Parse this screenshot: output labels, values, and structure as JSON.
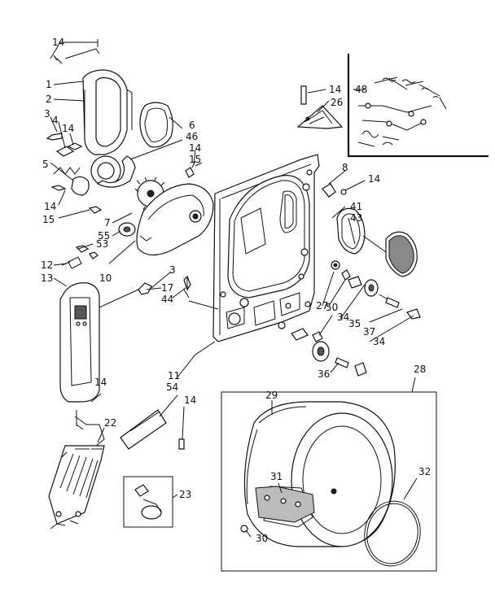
{
  "diagram": {
    "callouts": [
      {
        "id": "c14a",
        "text": "14"
      },
      {
        "id": "c1",
        "text": "1"
      },
      {
        "id": "c2",
        "text": "2"
      },
      {
        "id": "c3a",
        "text": "3"
      },
      {
        "id": "c4",
        "text": "4"
      },
      {
        "id": "c14b",
        "text": "14"
      },
      {
        "id": "c5",
        "text": "5"
      },
      {
        "id": "c14c",
        "text": "14"
      },
      {
        "id": "c15a",
        "text": "15"
      },
      {
        "id": "c6",
        "text": "6"
      },
      {
        "id": "c46",
        "text": "46"
      },
      {
        "id": "c14d",
        "text": "14"
      },
      {
        "id": "c15b",
        "text": "15"
      },
      {
        "id": "c7",
        "text": "7"
      },
      {
        "id": "c55",
        "text": "55"
      },
      {
        "id": "c53",
        "text": "53"
      },
      {
        "id": "c12",
        "text": "12"
      },
      {
        "id": "c13",
        "text": "13"
      },
      {
        "id": "c10",
        "text": "10"
      },
      {
        "id": "c3b",
        "text": "3"
      },
      {
        "id": "c17",
        "text": "17"
      },
      {
        "id": "c44",
        "text": "44"
      },
      {
        "id": "c14e",
        "text": "14"
      },
      {
        "id": "c26",
        "text": "26"
      },
      {
        "id": "c48",
        "text": "48"
      },
      {
        "id": "c8",
        "text": "8"
      },
      {
        "id": "c14f",
        "text": "14"
      },
      {
        "id": "c41",
        "text": "41"
      },
      {
        "id": "c43",
        "text": "43"
      },
      {
        "id": "c27",
        "text": "27"
      },
      {
        "id": "c50",
        "text": "50"
      },
      {
        "id": "c34a",
        "text": "34"
      },
      {
        "id": "c35",
        "text": "35"
      },
      {
        "id": "c37",
        "text": "37"
      },
      {
        "id": "c34b",
        "text": "34"
      },
      {
        "id": "c36",
        "text": "36"
      },
      {
        "id": "c11",
        "text": "11"
      },
      {
        "id": "c54",
        "text": "54"
      },
      {
        "id": "c14g",
        "text": "14"
      },
      {
        "id": "c14h",
        "text": "14"
      },
      {
        "id": "c22",
        "text": "22"
      },
      {
        "id": "c28",
        "text": "28"
      },
      {
        "id": "c29",
        "text": "29"
      },
      {
        "id": "c31",
        "text": "31"
      },
      {
        "id": "c32",
        "text": "32"
      },
      {
        "id": "c23",
        "text": "23"
      },
      {
        "id": "c30",
        "text": "30"
      }
    ]
  }
}
